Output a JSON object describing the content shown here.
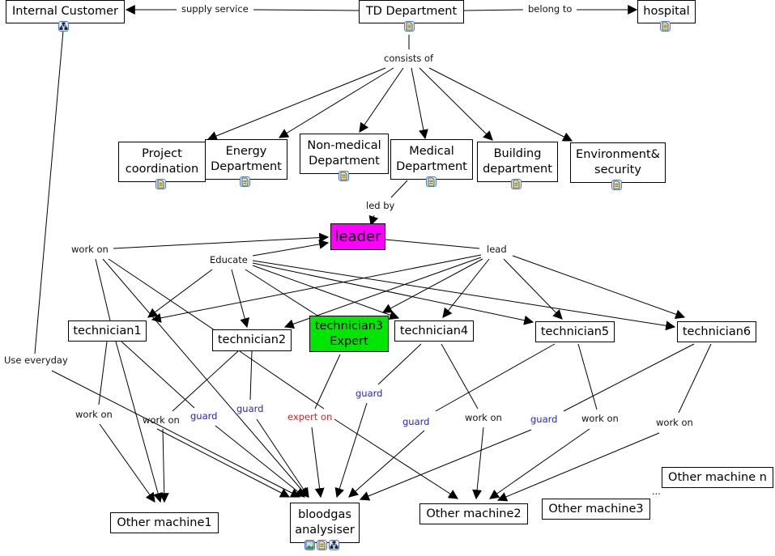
{
  "colors": {
    "leader_fill": "#ff00ff",
    "expert_fill": "#00e600",
    "guard_text": "#2424c8",
    "expert_on_text": "#e0202a",
    "icon_border": "#4a80c8"
  },
  "nodes": {
    "internal_customer": {
      "label": "Internal Customer",
      "icons": [
        "concept-map-icon"
      ]
    },
    "td_department": {
      "label": "TD Department",
      "icons": [
        "document-icon"
      ]
    },
    "hospital": {
      "label": "hospital",
      "icons": [
        "document-icon"
      ]
    },
    "project_coordination": {
      "label": "Project\ncoordination",
      "icons": [
        "document-icon"
      ]
    },
    "energy_department": {
      "label": "Energy\nDepartment",
      "icons": [
        "document-icon"
      ]
    },
    "non_medical_department": {
      "label": "Non-medical\nDepartment",
      "icons": [
        "document-icon"
      ]
    },
    "medical_department": {
      "label": "Medical\nDepartment",
      "icons": [
        "document-icon"
      ]
    },
    "building_department": {
      "label": "Building\ndepartment",
      "icons": [
        "document-icon"
      ]
    },
    "environment_security": {
      "label": "Environment&\nsecurity",
      "icons": [
        "document-icon"
      ]
    },
    "leader": {
      "label": "leader"
    },
    "technician1": {
      "label": "technician1"
    },
    "technician2": {
      "label": "technician2"
    },
    "technician3": {
      "label": "technician3\nExpert"
    },
    "technician4": {
      "label": "technician4"
    },
    "technician5": {
      "label": "technician5"
    },
    "technician6": {
      "label": "technician6"
    },
    "other_machine1": {
      "label": "Other machine1"
    },
    "bloodgas_analyser": {
      "label": "bloodgas\nanalysiser",
      "icons": [
        "image-icon",
        "document-icon",
        "concept-map-icon"
      ]
    },
    "other_machine2": {
      "label": "Other machine2"
    },
    "other_machine3": {
      "label": "Other machine3"
    },
    "other_machine_n": {
      "label": "Other machine n"
    }
  },
  "links": {
    "supply_service": "supply service",
    "belong_to": "belong to",
    "consists_of": "consists of",
    "led_by": "led by",
    "work_on_leader": "work on",
    "educate": "Educate",
    "lead": "lead",
    "use_everyday": "Use everyday",
    "t1_work_on": "work on",
    "t2_work_on": "work on",
    "t1_guard": "guard",
    "t2_guard": "guard",
    "t3_expert_on": "expert on",
    "t4_guard": "guard",
    "t5_guard": "guard",
    "t4_work_on": "work on",
    "t6_guard": "guard",
    "t5_work_on": "work on",
    "t6_work_on": "work on",
    "ellipsis": "..."
  }
}
